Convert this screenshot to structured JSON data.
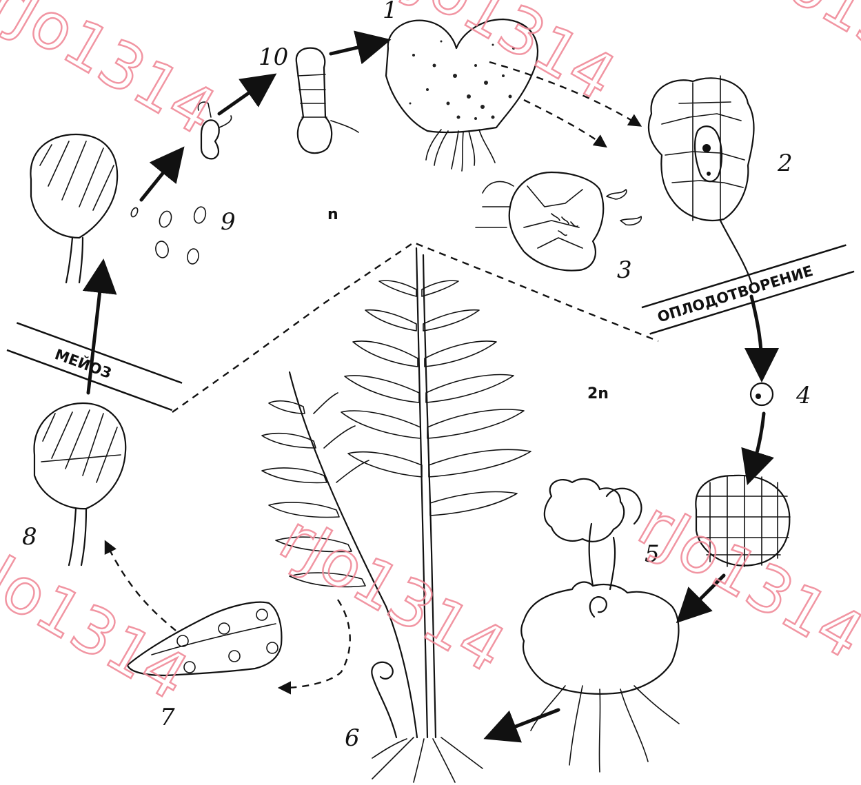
{
  "labels": {
    "n1": "1",
    "n2": "2",
    "n3": "3",
    "n4": "4",
    "n5": "5",
    "n6": "6",
    "n7": "7",
    "n8": "8",
    "n9": "9",
    "n10": "10"
  },
  "zones": {
    "haploid": "n",
    "diploid": "2n"
  },
  "banners": {
    "fertilization": "ОПЛОДОТВОРЕНИЕ",
    "meiosis": "МЕЙОЗ"
  },
  "watermark": {
    "text": "rJo1314"
  },
  "colors": {
    "ink": "#111111",
    "watermark": "#f08a99",
    "background": "#ffffff"
  }
}
